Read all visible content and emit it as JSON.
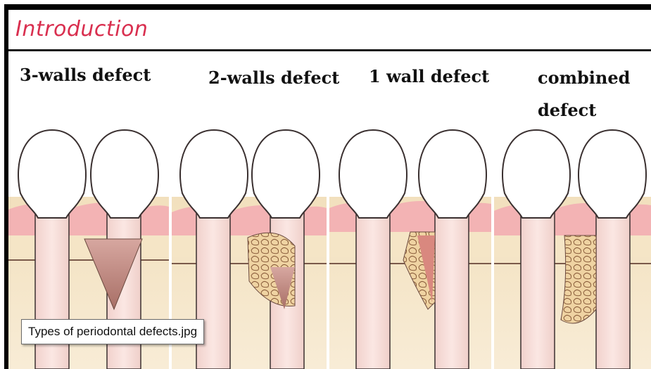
{
  "slide": {
    "title": "Introduction",
    "labels": {
      "three_walls": "3-walls defect",
      "two_walls": "2-walls defect",
      "one_wall": "1 wall defect",
      "combined_line1": "combined",
      "combined_line2": "defect"
    }
  },
  "tooltip": {
    "text": "Types of periodontal defects.jpg"
  },
  "colors": {
    "title": "#d92f4f",
    "gum": "#f3b9b9",
    "bone": "#f3e2bf",
    "root": "#f6dbd6",
    "defect": "#b8877a"
  }
}
